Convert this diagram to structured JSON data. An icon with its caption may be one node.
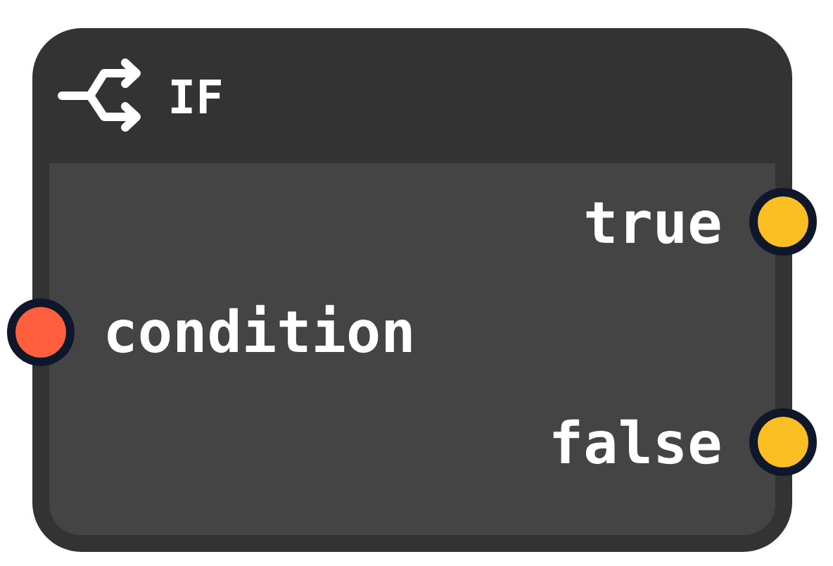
{
  "diagram": {
    "nodes": [
      {
        "text": [
          "IF"
        ]
      },
      {
        "text": [
          "true",
          "condition",
          "false"
        ],
        "in": 0
      },
      {
        "text": [],
        "shape": "circle"
      },
      {
        "text": [],
        "shape": "circle"
      },
      {
        "text": [],
        "shape": "circle"
      }
    ]
  }
}
